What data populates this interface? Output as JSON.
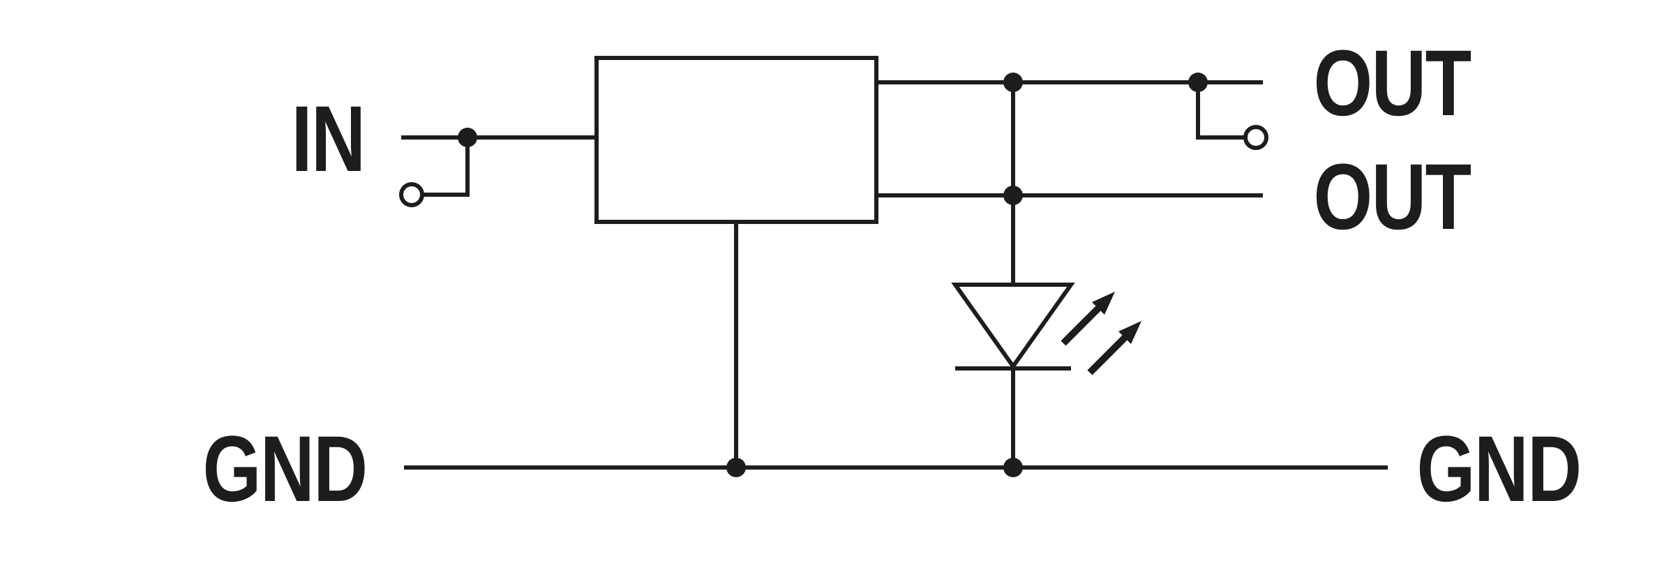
{
  "diagram": {
    "labels": {
      "input": "IN",
      "output_top": "OUT",
      "output_bottom": "OUT",
      "ground_left": "GND",
      "ground_right": "GND"
    },
    "symbols": {
      "component_box": "rectangular-module-outline",
      "led": "led-diode-icon",
      "led_emission": "light-emission-arrows-icon",
      "junction": "filled-junction-dot",
      "plug_contact": "open-circle-contact"
    },
    "colors": {
      "stroke": "#1d1d1b",
      "background": "#ffffff"
    }
  }
}
